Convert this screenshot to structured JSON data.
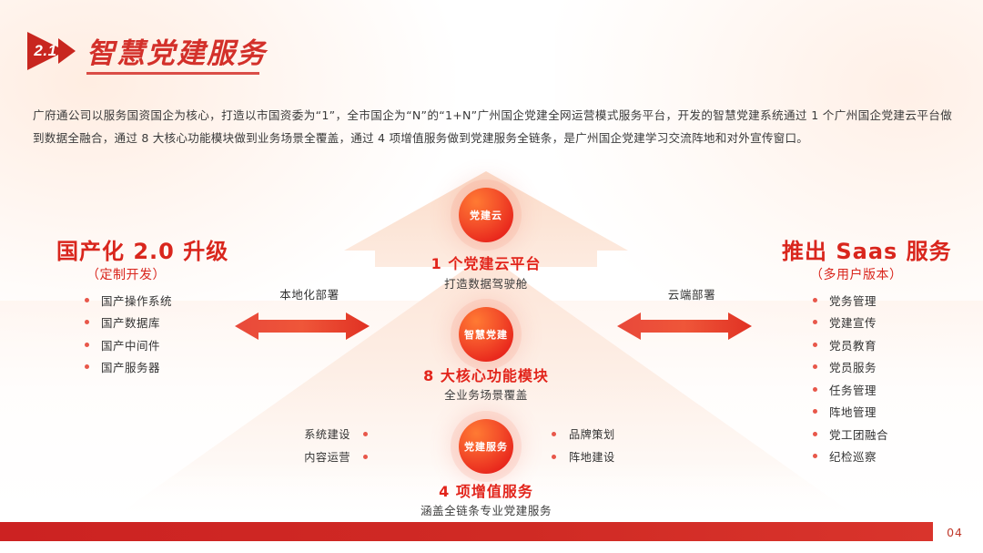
{
  "header": {
    "badge_number": "2.1",
    "title": "智慧党建服务"
  },
  "intro": {
    "paragraph": "广府通公司以服务国资国企为核心，打造以市国资委为“1”，全市国企为“N”的“1+N”广州国企党建全网运营模式服务平台，开发的智慧党建系统通过 1 个广州国企党建云平台做到数据全融合，通过 8 大核心功能模块做到业务场景全覆盖，通过 4 项增值服务做到党建服务全链条，是广州国企党建学习交流阵地和对外宣传窗口。"
  },
  "left_panel": {
    "heading": "国产化 2.0 升级",
    "subheading": "（定制开发）",
    "items": [
      "国产操作系统",
      "国产数据库",
      "国产中间件",
      "国产服务器"
    ]
  },
  "right_panel": {
    "heading": "推出 Saas 服务",
    "subheading": "（多用户版本）",
    "items": [
      "党务管理",
      "党建宣传",
      "党员教育",
      "党员服务",
      "任务管理",
      "阵地管理",
      "党工团融合",
      "纪检巡察"
    ]
  },
  "connectors": {
    "left_label": "本地化部署",
    "right_label": "云端部署"
  },
  "pyramid": {
    "nodes": [
      {
        "circle_label": "党建云",
        "title": "1 个党建云平台",
        "subtitle": "打造数据驾驶舱"
      },
      {
        "circle_label": "智慧党建",
        "title": "8 大核心功能模块",
        "subtitle": "全业务场景覆盖"
      },
      {
        "circle_label": "党建服务",
        "title": "4 项增值服务",
        "subtitle": "涵盖全链条专业党建服务"
      }
    ],
    "service_items_left": [
      "系统建设",
      "内容运营"
    ],
    "service_items_right": [
      "品牌策划",
      "阵地建设"
    ]
  },
  "footer": {
    "page_number": "04"
  },
  "colors": {
    "brand_red": "#d3302a",
    "accent_red": "#e2241b",
    "bar_red": "#cc2222",
    "bullet_red": "#e8574a",
    "text_dark": "#333333",
    "pale_peach": "#fdeee6"
  }
}
